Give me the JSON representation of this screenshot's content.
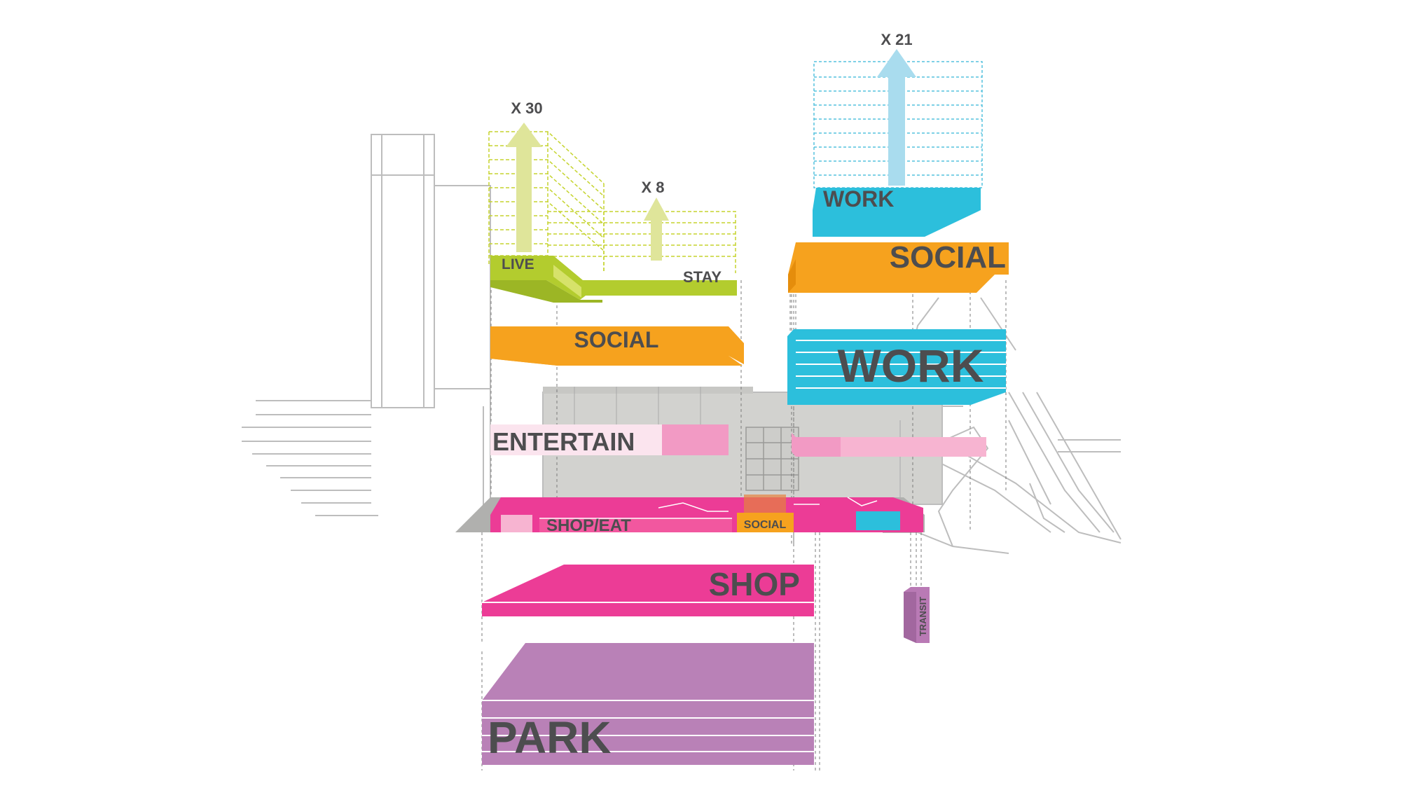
{
  "multipliers": {
    "live": "X 30",
    "stay": "X 8",
    "work": "X 21"
  },
  "labels": {
    "live": "LIVE",
    "stay": "STAY",
    "work_top": "WORK",
    "social_right": "SOCIAL",
    "social_left": "SOCIAL",
    "work_main": "WORK",
    "entertain": "ENTERTAIN",
    "shop_eat": "SHOP/EAT",
    "social_small": "SOCIAL",
    "shop": "SHOP",
    "transit": "TRANSIT",
    "park": "PARK"
  },
  "colors": {
    "live_stay": "#b3cc2e",
    "live_stay_light": "#dfe59a",
    "social": "#f6a21e",
    "work": "#2cbfdc",
    "work_light": "#a9dcee",
    "entertain": "#f29ac4",
    "shop": "#ec3c96",
    "park": "#b981b7",
    "transit": "#b97ab5",
    "building_grey": "#d2d2cf",
    "outline_grey": "#bdbdbd",
    "label_dark": "#4d4d4f"
  }
}
